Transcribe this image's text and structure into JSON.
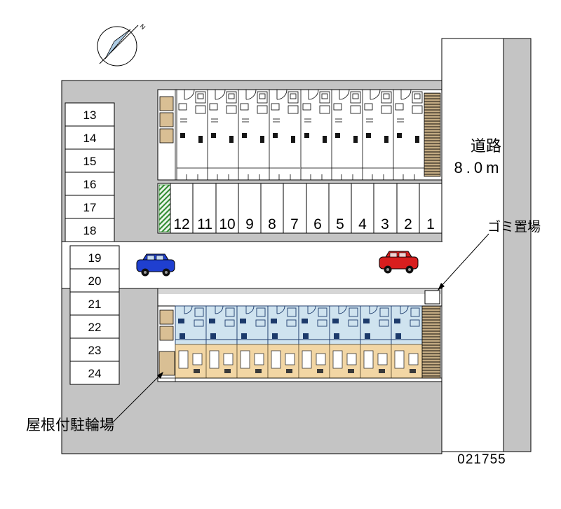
{
  "labels": {
    "road": "道路",
    "road_width": "8.0m",
    "garbage": "ゴミ置場",
    "bike_shed": "屋根付駐輪場",
    "plan_number": "021755",
    "compass_n": "N"
  },
  "parking": {
    "left_column": [
      "13",
      "14",
      "15",
      "16",
      "17",
      "18",
      "19",
      "20",
      "21",
      "22",
      "23",
      "24"
    ],
    "middle_row": [
      "12",
      "11",
      "10",
      "9",
      "8",
      "7",
      "6",
      "5",
      "4",
      "3",
      "2",
      "1"
    ]
  },
  "colors": {
    "background_gray": "#c4c4c4",
    "unit_blue": "#cfe3ef",
    "unit_tan": "#f2d6a4",
    "accent_navy": "#1c3a6b",
    "balcony_tan": "#d9bf94",
    "green_hedge": "#2e8b2e",
    "car_blue": "#1f3fd0",
    "car_red": "#d81e1e"
  }
}
